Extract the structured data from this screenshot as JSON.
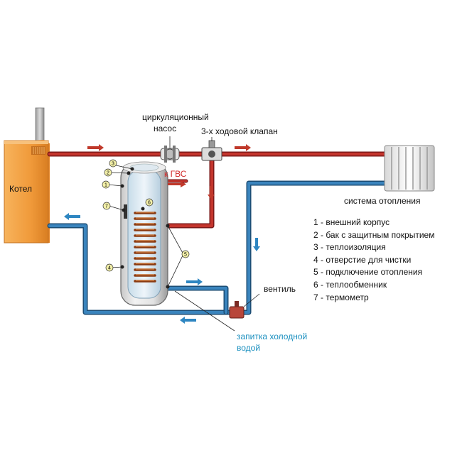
{
  "labels": {
    "boiler": "Котел",
    "pump_line1": "циркуляционный",
    "pump_line2": "насос",
    "valve3": "3-х ходовой клапан",
    "dhw": "к ГВС",
    "heating_system": "система отопления",
    "shutoff_valve": "вентиль",
    "cold_supply_line1": "запитка холодной",
    "cold_supply_line2": "водой"
  },
  "legend": [
    "1 - внешний корпус",
    "2 - бак с защитным покрытием",
    "3 - теплоизоляция",
    "4 - отверстие для чистки",
    "5 - подключение отопления",
    "6 - теплообменник",
    "7 - термометр"
  ],
  "markers": [
    "1",
    "2",
    "3",
    "4",
    "5",
    "6",
    "7"
  ],
  "colors": {
    "hot_pipe": "#b52a2a",
    "cold_pipe": "#2f74a8",
    "boiler": "#f09a3a",
    "arrow_hot": "#c0392b",
    "arrow_cold": "#2e86c1",
    "cold_supply_text": "#1a8fbf",
    "dhw_text": "#d22b2b"
  }
}
